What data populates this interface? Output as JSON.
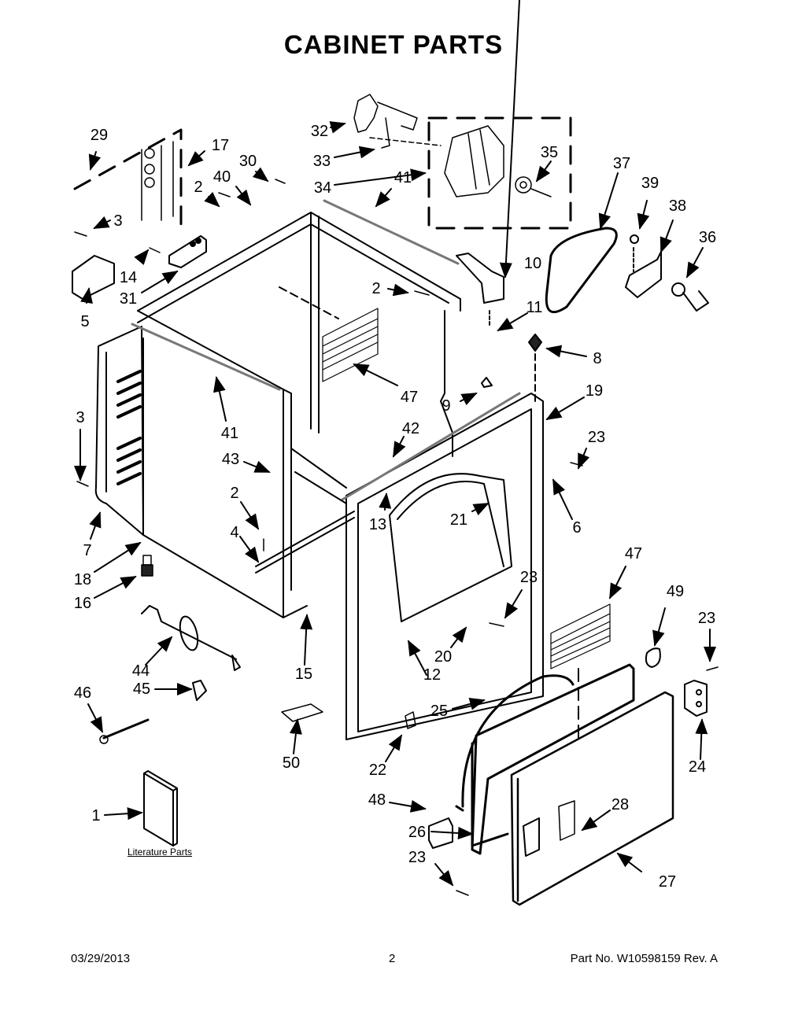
{
  "page": {
    "title": "CABINET PARTS",
    "literature_label": "Literature Parts"
  },
  "footer": {
    "date": "03/29/2013",
    "page_number": "2",
    "part_no": "Part No.  W10598159  Rev.  A"
  },
  "callouts": [
    {
      "id": "29",
      "label": "29",
      "part": "wire-nut-clip"
    },
    {
      "id": "17",
      "label": "17",
      "part": "wire-nut-kit"
    },
    {
      "id": "30",
      "label": "30",
      "part": "screw"
    },
    {
      "id": "40",
      "label": "40",
      "part": "bracket"
    },
    {
      "id": "2a",
      "label": "2",
      "part": "screw"
    },
    {
      "id": "3a",
      "label": "3",
      "part": "screw"
    },
    {
      "id": "14",
      "label": "14",
      "part": "screw"
    },
    {
      "id": "31",
      "label": "31",
      "part": "terminal-block"
    },
    {
      "id": "5",
      "label": "5",
      "part": "terminal-cover"
    },
    {
      "id": "32",
      "label": "32",
      "part": "motor-bracket"
    },
    {
      "id": "33",
      "label": "33",
      "part": "motor-clip"
    },
    {
      "id": "34",
      "label": "34",
      "part": "drive-motor"
    },
    {
      "id": "35",
      "label": "35",
      "part": "blower-wheel"
    },
    {
      "id": "41a",
      "label": "41",
      "part": "seal-strip"
    },
    {
      "id": "37",
      "label": "37",
      "part": "drive-belt"
    },
    {
      "id": "39",
      "label": "39",
      "part": "screw"
    },
    {
      "id": "38",
      "label": "38",
      "part": "idler-bracket"
    },
    {
      "id": "36",
      "label": "36",
      "part": "idler-pulley"
    },
    {
      "id": "10",
      "label": "10",
      "part": "door-switch"
    },
    {
      "id": "2b",
      "label": "2",
      "part": "screw"
    },
    {
      "id": "11",
      "label": "11",
      "part": "screw"
    },
    {
      "id": "8",
      "label": "8",
      "part": "foot"
    },
    {
      "id": "47a",
      "label": "47",
      "part": "tape"
    },
    {
      "id": "9",
      "label": "9",
      "part": "clip"
    },
    {
      "id": "19",
      "label": "19",
      "part": "front-panel"
    },
    {
      "id": "42",
      "label": "42",
      "part": "seal"
    },
    {
      "id": "23a",
      "label": "23",
      "part": "screw"
    },
    {
      "id": "41b",
      "label": "41",
      "part": "seal-strip"
    },
    {
      "id": "43",
      "label": "43",
      "part": "seal"
    },
    {
      "id": "3b",
      "label": "3",
      "part": "screw"
    },
    {
      "id": "2c",
      "label": "2",
      "part": "screw"
    },
    {
      "id": "4",
      "label": "4",
      "part": "rod"
    },
    {
      "id": "7",
      "label": "7",
      "part": "rear-panel"
    },
    {
      "id": "18",
      "label": "18",
      "part": "cabinet"
    },
    {
      "id": "16",
      "label": "16",
      "part": "leveling-leg"
    },
    {
      "id": "6",
      "label": "6",
      "part": "clip"
    },
    {
      "id": "13",
      "label": "13",
      "part": "plug"
    },
    {
      "id": "21",
      "label": "21",
      "part": "door-seal"
    },
    {
      "id": "23b",
      "label": "23",
      "part": "screw"
    },
    {
      "id": "20",
      "label": "20",
      "part": "door-catch"
    },
    {
      "id": "12",
      "label": "12",
      "part": "plug"
    },
    {
      "id": "15",
      "label": "15",
      "part": "clip"
    },
    {
      "id": "44",
      "label": "44",
      "part": "power-cord"
    },
    {
      "id": "45",
      "label": "45",
      "part": "strain-relief"
    },
    {
      "id": "46",
      "label": "46",
      "part": "cable-tie"
    },
    {
      "id": "50",
      "label": "50",
      "part": "tag"
    },
    {
      "id": "47b",
      "label": "47",
      "part": "tape"
    },
    {
      "id": "49",
      "label": "49",
      "part": "plug"
    },
    {
      "id": "23c",
      "label": "23",
      "part": "screw"
    },
    {
      "id": "25",
      "label": "25",
      "part": "door-liner"
    },
    {
      "id": "22",
      "label": "22",
      "part": "strike"
    },
    {
      "id": "24",
      "label": "24",
      "part": "hinge"
    },
    {
      "id": "48",
      "label": "48",
      "part": "door-handle"
    },
    {
      "id": "28",
      "label": "28",
      "part": "handle-insert"
    },
    {
      "id": "26",
      "label": "26",
      "part": "inner-door"
    },
    {
      "id": "23d",
      "label": "23",
      "part": "screw"
    },
    {
      "id": "27",
      "label": "27",
      "part": "outer-door"
    },
    {
      "id": "1",
      "label": "1",
      "part": "literature"
    }
  ]
}
